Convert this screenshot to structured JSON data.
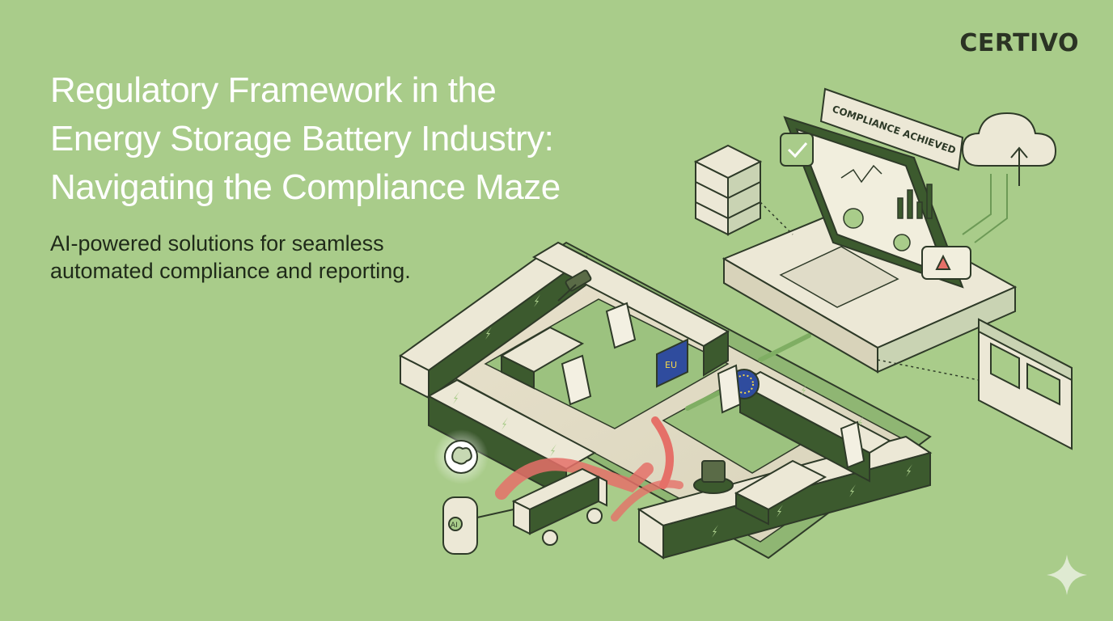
{
  "brand": {
    "name": "CERTIVO"
  },
  "hero": {
    "title_lines": [
      "Regulatory Framework in the",
      "Energy Storage Battery Industry:",
      "Navigating the Compliance Maze"
    ],
    "subtitle_lines": [
      "AI-powered solutions for seamless",
      "automated compliance and reporting."
    ]
  },
  "illustration": {
    "banner_text": "COMPLIANCE ACHIEVED",
    "eu_flag_text": "EU",
    "robot_badge_text": "AI",
    "icons": [
      "laptop-icon",
      "server-stack-icon",
      "cloud-upload-icon",
      "browser-window-icon",
      "gavel-icon",
      "document-icon",
      "eu-flag-icon",
      "truck-icon",
      "robot-icon",
      "brain-icon",
      "battery-icon",
      "checkmark-icon",
      "warning-icon",
      "sparkle-icon"
    ]
  },
  "colors": {
    "background": "#a9cc8a",
    "title": "#ffffff",
    "subtitle": "#1f2a19",
    "line": "#2e3a28",
    "cream": "#ece8d6",
    "dark_green": "#3c5a2e",
    "red_path": "#e57068",
    "eu_blue": "#2f4c9e"
  }
}
